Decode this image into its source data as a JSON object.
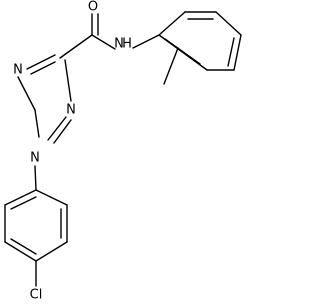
{
  "molecule": {
    "atom_labels": {
      "carbonyl_oxygen": "O",
      "amide_nitrogen": "N",
      "amide_hydrogen": "H",
      "triazole_n4": "N",
      "triazole_n2": "N",
      "triazole_n1": "N",
      "chlorine": "Cl"
    }
  }
}
